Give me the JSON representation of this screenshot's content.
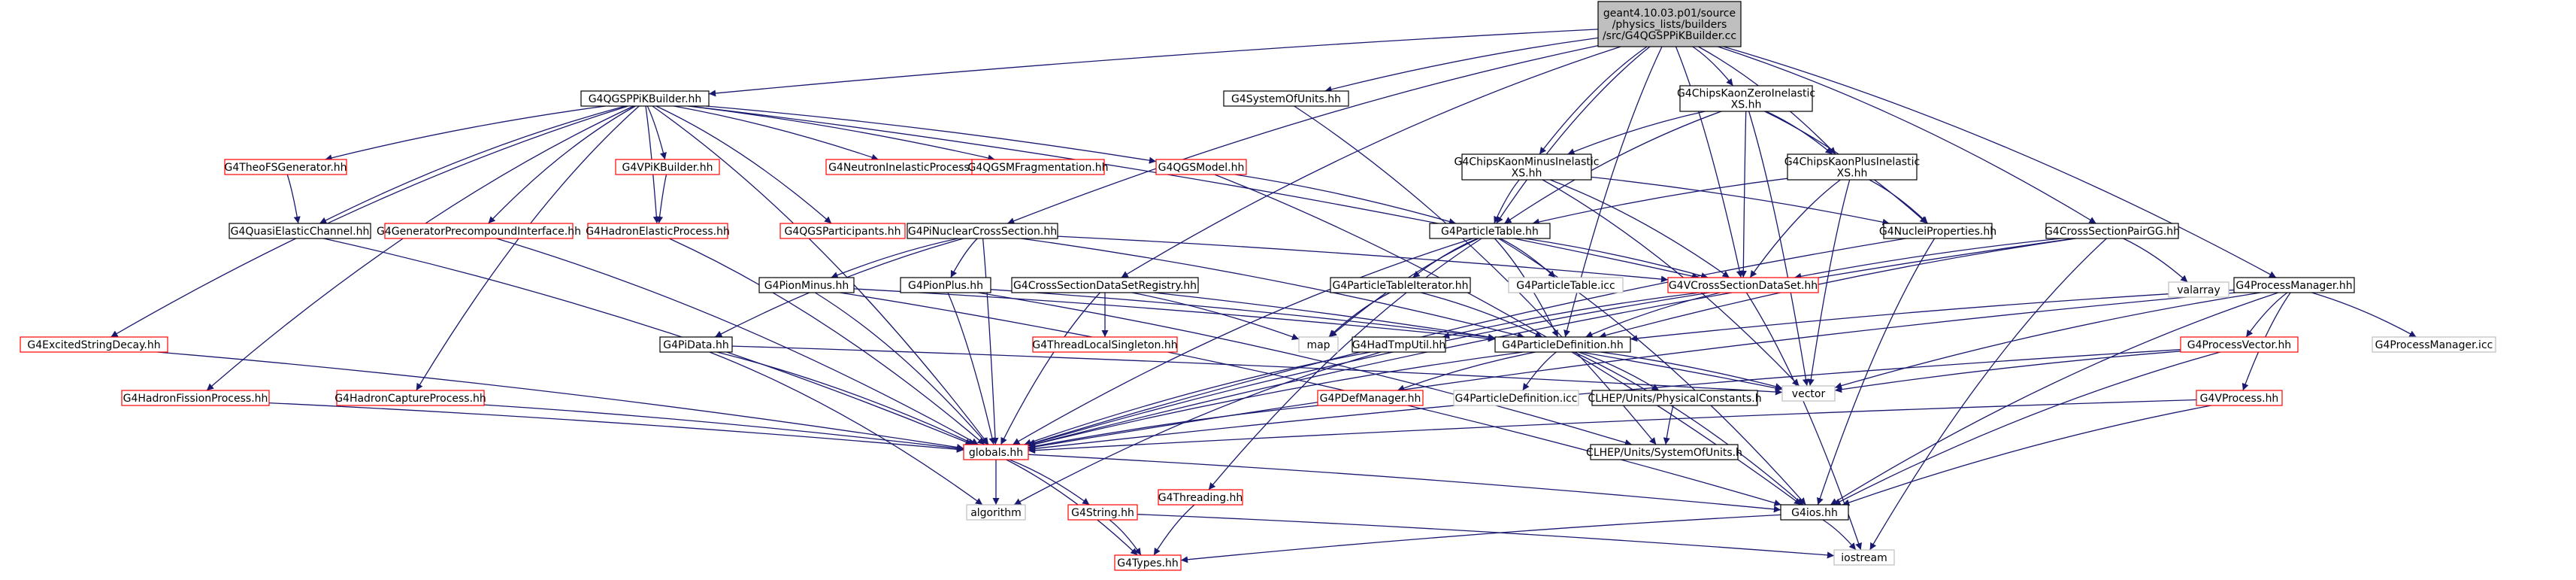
{
  "diagram": {
    "nodes": [
      {
        "id": "root",
        "lines": [
          "geant4.10.03.p01/source",
          "/physics_lists/builders",
          "/src/G4QGSPPiKBuilder.cc"
        ],
        "style": "root"
      },
      {
        "id": "qgsppikbuilder_hh",
        "lines": [
          "G4QGSPPiKBuilder.hh"
        ],
        "style": "doc"
      },
      {
        "id": "chipskaonzero",
        "lines": [
          "G4ChipsKaonZeroInelastic",
          "XS.hh"
        ],
        "style": "doc"
      },
      {
        "id": "systemofunits",
        "lines": [
          "G4SystemOfUnits.hh"
        ],
        "style": "doc"
      },
      {
        "id": "theofsgenerator",
        "lines": [
          "G4TheoFSGenerator.hh"
        ],
        "style": "red"
      },
      {
        "id": "vpikbuilder",
        "lines": [
          "G4VPiKBuilder.hh"
        ],
        "style": "red"
      },
      {
        "id": "neutroninelastic",
        "lines": [
          "G4NeutronInelasticProcess.hh"
        ],
        "style": "red"
      },
      {
        "id": "qgsmfragmentation",
        "lines": [
          "G4QGSMFragmentation.hh"
        ],
        "style": "red"
      },
      {
        "id": "qgsmodel",
        "lines": [
          "G4QGSModel.hh"
        ],
        "style": "red"
      },
      {
        "id": "chipskaonminus",
        "lines": [
          "G4ChipsKaonMinusInelastic",
          "XS.hh"
        ],
        "style": "doc"
      },
      {
        "id": "chipskaonplus",
        "lines": [
          "G4ChipsKaonPlusInelastic",
          "XS.hh"
        ],
        "style": "doc"
      },
      {
        "id": "quasielastic",
        "lines": [
          "G4QuasiElasticChannel.hh"
        ],
        "style": "doc"
      },
      {
        "id": "precompound",
        "lines": [
          "G4GeneratorPrecompoundInterface.hh"
        ],
        "style": "red"
      },
      {
        "id": "hadronelastic",
        "lines": [
          "G4HadronElasticProcess.hh"
        ],
        "style": "red"
      },
      {
        "id": "qgsparticipants",
        "lines": [
          "G4QGSParticipants.hh"
        ],
        "style": "red"
      },
      {
        "id": "pinuclearxs",
        "lines": [
          "G4PiNuclearCrossSection.hh"
        ],
        "style": "doc"
      },
      {
        "id": "particletable",
        "lines": [
          "G4ParticleTable.hh"
        ],
        "style": "doc"
      },
      {
        "id": "nucleiproperties",
        "lines": [
          "G4NucleiProperties.hh"
        ],
        "style": "doc"
      },
      {
        "id": "crosssectionpairgg",
        "lines": [
          "G4CrossSectionPairGG.hh"
        ],
        "style": "doc"
      },
      {
        "id": "excitedstringdecay",
        "lines": [
          "G4ExcitedStringDecay.hh"
        ],
        "style": "red"
      },
      {
        "id": "pionminus",
        "lines": [
          "G4PionMinus.hh"
        ],
        "style": "doc"
      },
      {
        "id": "pionplus",
        "lines": [
          "G4PionPlus.hh"
        ],
        "style": "doc"
      },
      {
        "id": "xsdatasetregistry",
        "lines": [
          "G4CrossSectionDataSetRegistry.hh"
        ],
        "style": "doc"
      },
      {
        "id": "particletableiterator",
        "lines": [
          "G4ParticleTableIterator.hh"
        ],
        "style": "doc"
      },
      {
        "id": "particletable_icc",
        "lines": [
          "G4ParticleTable.icc"
        ],
        "style": "ext"
      },
      {
        "id": "vcrosssectiondataset",
        "lines": [
          "G4VCrossSectionDataSet.hh"
        ],
        "style": "red"
      },
      {
        "id": "valarray",
        "lines": [
          "valarray"
        ],
        "style": "ext"
      },
      {
        "id": "processmanager",
        "lines": [
          "G4ProcessManager.hh"
        ],
        "style": "doc"
      },
      {
        "id": "pidata",
        "lines": [
          "G4PiData.hh"
        ],
        "style": "doc"
      },
      {
        "id": "threadlocalsingleton",
        "lines": [
          "G4ThreadLocalSingleton.hh"
        ],
        "style": "red"
      },
      {
        "id": "map",
        "lines": [
          "map"
        ],
        "style": "ext"
      },
      {
        "id": "hadtmputil",
        "lines": [
          "G4HadTmpUtil.hh"
        ],
        "style": "doc"
      },
      {
        "id": "particledefinition",
        "lines": [
          "G4ParticleDefinition.hh"
        ],
        "style": "doc"
      },
      {
        "id": "processvector",
        "lines": [
          "G4ProcessVector.hh"
        ],
        "style": "red"
      },
      {
        "id": "processmanager_icc",
        "lines": [
          "G4ProcessManager.icc"
        ],
        "style": "ext"
      },
      {
        "id": "vector",
        "lines": [
          "vector"
        ],
        "style": "ext"
      },
      {
        "id": "hadronfission",
        "lines": [
          "G4HadronFissionProcess.hh"
        ],
        "style": "red"
      },
      {
        "id": "hadroncapture",
        "lines": [
          "G4HadronCaptureProcess.hh"
        ],
        "style": "red"
      },
      {
        "id": "pdefmanager",
        "lines": [
          "G4PDefManager.hh"
        ],
        "style": "red"
      },
      {
        "id": "particledefinition_icc",
        "lines": [
          "G4ParticleDefinition.icc"
        ],
        "style": "ext"
      },
      {
        "id": "physicalconstants",
        "lines": [
          "CLHEP/Units/PhysicalConstants.h"
        ],
        "style": "doc"
      },
      {
        "id": "vprocess",
        "lines": [
          "G4VProcess.hh"
        ],
        "style": "red"
      },
      {
        "id": "globals",
        "lines": [
          "globals.hh"
        ],
        "style": "red"
      },
      {
        "id": "threading",
        "lines": [
          "G4Threading.hh"
        ],
        "style": "red"
      },
      {
        "id": "clhep_systemofunits",
        "lines": [
          "CLHEP/Units/SystemOfUnits.h"
        ],
        "style": "doc"
      },
      {
        "id": "algorithm",
        "lines": [
          "algorithm"
        ],
        "style": "ext"
      },
      {
        "id": "g4string",
        "lines": [
          "G4String.hh"
        ],
        "style": "red"
      },
      {
        "id": "g4ios",
        "lines": [
          "G4ios.hh"
        ],
        "style": "doc"
      },
      {
        "id": "iostream",
        "lines": [
          "iostream"
        ],
        "style": "ext"
      },
      {
        "id": "g4types",
        "lines": [
          "G4Types.hh"
        ],
        "style": "red"
      }
    ],
    "edges": [
      [
        "root",
        "qgsppikbuilder_hh"
      ],
      [
        "root",
        "chipskaonzero"
      ],
      [
        "root",
        "systemofunits"
      ],
      [
        "root",
        "chipskaonminus"
      ],
      [
        "root",
        "chipskaonplus"
      ],
      [
        "root",
        "pinuclearxs"
      ],
      [
        "root",
        "particletable"
      ],
      [
        "root",
        "crosssectionpairgg"
      ],
      [
        "root",
        "xsdatasetregistry"
      ],
      [
        "root",
        "vcrosssectiondataset"
      ],
      [
        "root",
        "processmanager"
      ],
      [
        "root",
        "particledefinition"
      ],
      [
        "qgsppikbuilder_hh",
        "theofsgenerator"
      ],
      [
        "qgsppikbuilder_hh",
        "vpikbuilder"
      ],
      [
        "qgsppikbuilder_hh",
        "neutroninelastic"
      ],
      [
        "qgsppikbuilder_hh",
        "qgsmfragmentation"
      ],
      [
        "qgsppikbuilder_hh",
        "qgsmodel"
      ],
      [
        "qgsppikbuilder_hh",
        "quasielastic"
      ],
      [
        "qgsppikbuilder_hh",
        "precompound"
      ],
      [
        "qgsppikbuilder_hh",
        "hadronelastic"
      ],
      [
        "qgsppikbuilder_hh",
        "qgsparticipants"
      ],
      [
        "qgsppikbuilder_hh",
        "excitedstringdecay"
      ],
      [
        "qgsppikbuilder_hh",
        "hadronfission"
      ],
      [
        "qgsppikbuilder_hh",
        "hadroncapture"
      ],
      [
        "qgsppikbuilder_hh",
        "globals"
      ],
      [
        "qgsppikbuilder_hh",
        "vcrosssectiondataset"
      ],
      [
        "theofsgenerator",
        "quasielastic"
      ],
      [
        "vpikbuilder",
        "hadronelastic"
      ],
      [
        "qgsmodel",
        "particletable"
      ],
      [
        "qgsmodel",
        "g4ios"
      ],
      [
        "quasielastic",
        "globals"
      ],
      [
        "precompound",
        "globals"
      ],
      [
        "hadronelastic",
        "globals"
      ],
      [
        "excitedstringdecay",
        "globals"
      ],
      [
        "hadronfission",
        "globals"
      ],
      [
        "hadroncapture",
        "globals"
      ],
      [
        "chipskaonzero",
        "particletable"
      ],
      [
        "chipskaonzero",
        "chipskaonminus"
      ],
      [
        "chipskaonzero",
        "chipskaonplus"
      ],
      [
        "chipskaonzero",
        "vcrosssectiondataset"
      ],
      [
        "chipskaonzero",
        "nucleiproperties"
      ],
      [
        "chipskaonzero",
        "vector"
      ],
      [
        "chipskaonminus",
        "particletable"
      ],
      [
        "chipskaonminus",
        "vcrosssectiondataset"
      ],
      [
        "chipskaonminus",
        "nucleiproperties"
      ],
      [
        "chipskaonminus",
        "vector"
      ],
      [
        "chipskaonplus",
        "particletable"
      ],
      [
        "chipskaonplus",
        "vcrosssectiondataset"
      ],
      [
        "chipskaonplus",
        "nucleiproperties"
      ],
      [
        "chipskaonplus",
        "vector"
      ],
      [
        "systemofunits",
        "clhep_systemofunits"
      ],
      [
        "pinuclearxs",
        "pionminus"
      ],
      [
        "pinuclearxs",
        "pionplus"
      ],
      [
        "pinuclearxs",
        "pidata"
      ],
      [
        "pinuclearxs",
        "vcrosssectiondataset"
      ],
      [
        "pinuclearxs",
        "particledefinition"
      ],
      [
        "pinuclearxs",
        "globals"
      ],
      [
        "particletable",
        "particletableiterator"
      ],
      [
        "particletable",
        "particletable_icc"
      ],
      [
        "particletable",
        "map"
      ],
      [
        "particletable",
        "particledefinition"
      ],
      [
        "particletable",
        "globals"
      ],
      [
        "particletable",
        "g4ios"
      ],
      [
        "particletable",
        "threading"
      ],
      [
        "particletable",
        "vcrosssectiondataset"
      ],
      [
        "nucleiproperties",
        "globals"
      ],
      [
        "nucleiproperties",
        "g4ios"
      ],
      [
        "crosssectionpairgg",
        "vcrosssectiondataset"
      ],
      [
        "crosssectionpairgg",
        "valarray"
      ],
      [
        "crosssectionpairgg",
        "particledefinition"
      ],
      [
        "crosssectionpairgg",
        "globals"
      ],
      [
        "crosssectionpairgg",
        "iostream"
      ],
      [
        "pionminus",
        "particledefinition"
      ],
      [
        "pionminus",
        "globals"
      ],
      [
        "pionminus",
        "g4ios"
      ],
      [
        "pionplus",
        "particledefinition"
      ],
      [
        "pionplus",
        "globals"
      ],
      [
        "pionplus",
        "clhep_systemofunits"
      ],
      [
        "xsdatasetregistry",
        "threadlocalsingleton"
      ],
      [
        "xsdatasetregistry",
        "map"
      ],
      [
        "xsdatasetregistry",
        "globals"
      ],
      [
        "xsdatasetregistry",
        "vector"
      ],
      [
        "particletableiterator",
        "map"
      ],
      [
        "particletableiterator",
        "particledefinition"
      ],
      [
        "vcrosssectiondataset",
        "hadtmputil"
      ],
      [
        "vcrosssectiondataset",
        "globals"
      ],
      [
        "vcrosssectiondataset",
        "iostream"
      ],
      [
        "vcrosssectiondataset",
        "particledefinition"
      ],
      [
        "processmanager",
        "processvector"
      ],
      [
        "processmanager",
        "vprocess"
      ],
      [
        "processmanager",
        "processmanager_icc"
      ],
      [
        "processmanager",
        "particledefinition"
      ],
      [
        "processmanager",
        "globals"
      ],
      [
        "processmanager",
        "vector"
      ],
      [
        "processmanager",
        "g4ios"
      ],
      [
        "pidata",
        "globals"
      ],
      [
        "pidata",
        "vector"
      ],
      [
        "pidata",
        "algorithm"
      ],
      [
        "hadtmputil",
        "globals"
      ],
      [
        "hadtmputil",
        "algorithm"
      ],
      [
        "particledefinition",
        "pdefmanager"
      ],
      [
        "particledefinition",
        "particledefinition_icc"
      ],
      [
        "particledefinition",
        "physicalconstants"
      ],
      [
        "particledefinition",
        "globals"
      ],
      [
        "particledefinition",
        "g4ios"
      ],
      [
        "particledefinition",
        "vector"
      ],
      [
        "processvector",
        "globals"
      ],
      [
        "processvector",
        "vector"
      ],
      [
        "processvector",
        "g4ios"
      ],
      [
        "vprocess",
        "globals"
      ],
      [
        "vprocess",
        "g4ios"
      ],
      [
        "pdefmanager",
        "globals"
      ],
      [
        "physicalconstants",
        "clhep_systemofunits"
      ],
      [
        "globals",
        "g4ios"
      ],
      [
        "globals",
        "algorithm"
      ],
      [
        "globals",
        "g4string"
      ],
      [
        "globals",
        "g4types"
      ],
      [
        "threading",
        "g4types"
      ],
      [
        "g4string",
        "g4types"
      ],
      [
        "g4string",
        "iostream"
      ],
      [
        "g4ios",
        "g4types"
      ],
      [
        "g4ios",
        "iostream"
      ]
    ]
  }
}
